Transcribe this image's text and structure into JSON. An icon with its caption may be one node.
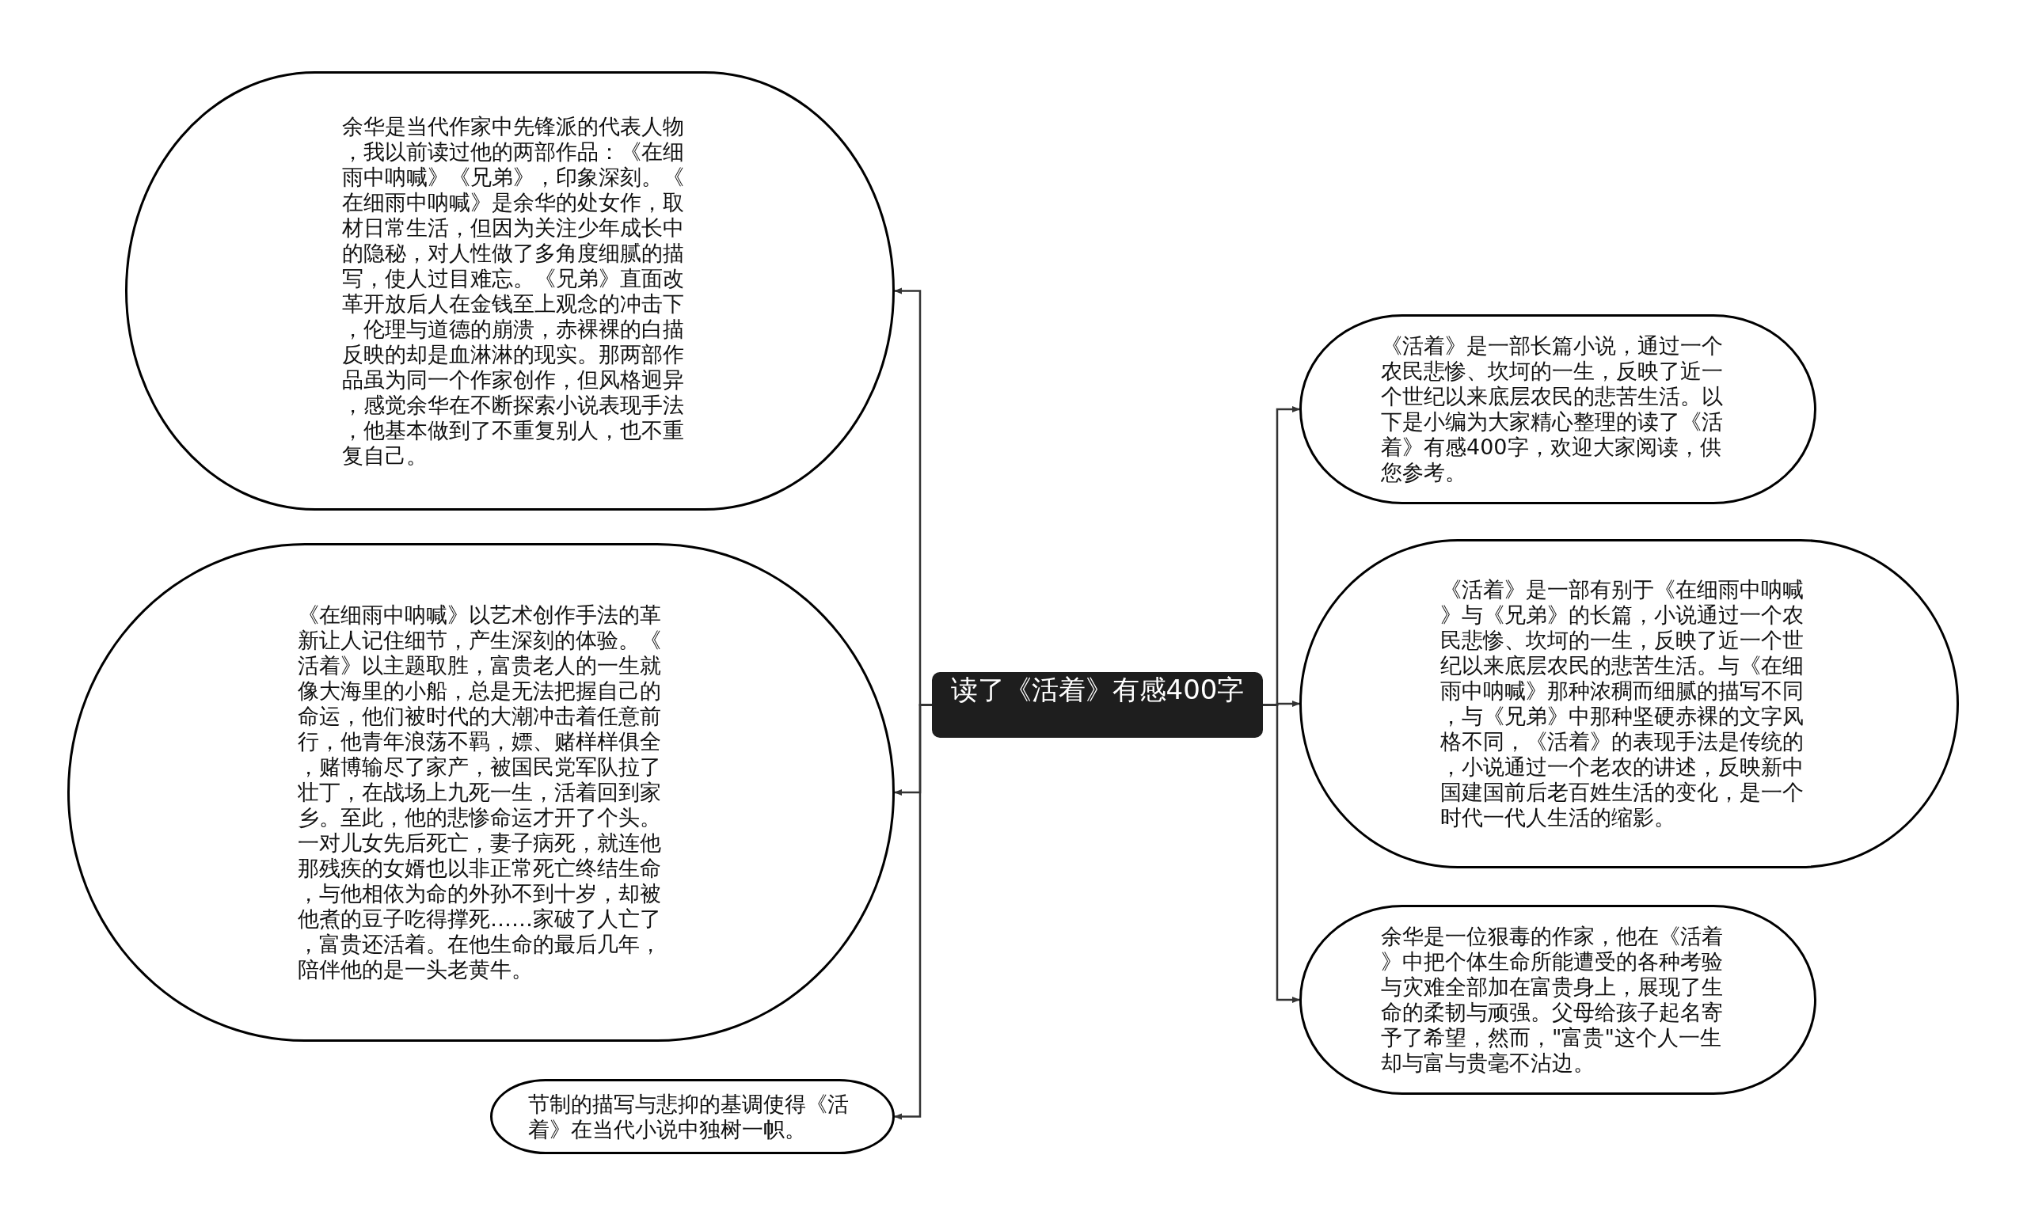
{
  "diagram": {
    "nodes": [
      {
        "text": [
          "读了《活着》有感400字"
        ]
      },
      {
        "text": [
          "余华是当代作家中先锋派的代表人物，我以前读过他的两部作品：《在细雨中呐喊》《兄弟》，印象深刻。《在细雨中呐喊》是余华的处女作，取材日常生活，但因为关注少年成长中的隐秘，对人性做了多角度细腻的描写，使人过目难忘。《兄弟》直面改革开放后人在金钱至上观念的冲击下，伦理与道德的崩溃，赤裸裸的白描反映的却是血淋淋的现实。那两部作品虽为同一个作家创作，但风格迥异，感觉余华在不断探索小说表现手法，他基本做到了不重复别人，也不重复自己。"
        ]
      },
      {
        "text": [
          "《在细雨中呐喊》以艺术创作手法的革新让人记住细节，产生深刻的体验。《活着》以主题取胜，富贵老人的一生就像大海里的小船，总是无法把握自己的命运，他们被时代的大潮冲击着任意前行，他青年浪荡不羁，嫖、赌样样俱全，赌博输尽了家产，被国民党军队拉了壮丁，在战场上九死一生，活着回到家乡。至此，他的悲惨命运才开了个头。一对儿女先后死亡，妻子病死，就连他那残疾的女婿也以非正常死亡终结生命，与他相依为命的外孙不到十岁，却被他煮的豆子吃得撑死……家破了人亡了，富贵还活着。在他生命的最后几年，陪伴他的是一头老黄牛。"
        ]
      },
      {
        "text": [
          "节制的描写与悲抑的基调使得《活着》在当代小说中独树一帜。"
        ]
      },
      {
        "text": [
          "《活着》是一部长篇小说，通过一个农民悲惨、坎坷的一生，反映了近一个世纪以来底层农民的悲苦生活。以下是小编为大家精心整理的读了《活着》有感400字，欢迎大家阅读，供您参考。"
        ]
      },
      {
        "text": [
          "《活着》是一部有别于《在细雨中呐喊》与《兄弟》的长篇，小说通过一个农民悲惨、坎坷的一生，反映了近一个世纪以来底层农民的悲苦生活。与《在细雨中呐喊》那种浓稠而细腻的描写不同，与《兄弟》中那种坚硬赤裸的文字风格不同，《活着》的表现手法是传统的，小说通过一个老农的讲述，反映新中国建国前后老百姓生活的变化，是一个时代一代人生活的缩影。"
        ]
      },
      {
        "text": [
          "余华是一位狠毒的作家，他在《活着》中把个体生命所能遭受的各种考验与灾难全部加在富贵身上，展现了生命的柔韧与顽强。父母给孩子起名寄予了希望，然而，\"富贵\"这个人一生却与富与贵毫不沾边。"
        ]
      }
    ],
    "edges": [
      {
        "from": 0,
        "to": 1,
        "arrow": "to"
      },
      {
        "from": 0,
        "to": 2,
        "arrow": "to"
      },
      {
        "from": 0,
        "to": 3,
        "arrow": "to"
      },
      {
        "from": 0,
        "to": 4,
        "arrow": "to"
      },
      {
        "from": 0,
        "to": 5,
        "arrow": "to"
      },
      {
        "from": 0,
        "to": 6,
        "arrow": "to"
      }
    ]
  }
}
